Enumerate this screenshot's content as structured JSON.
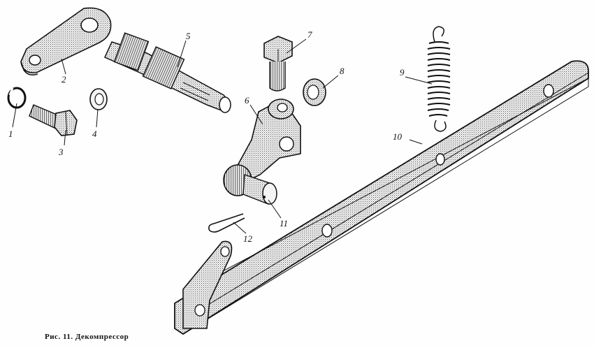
{
  "figure": {
    "caption": "Рис. 11. Декомпрессор",
    "labels": [
      "1",
      "2",
      "3",
      "4",
      "5",
      "6",
      "7",
      "8",
      "9",
      "10",
      "11",
      "12"
    ]
  }
}
